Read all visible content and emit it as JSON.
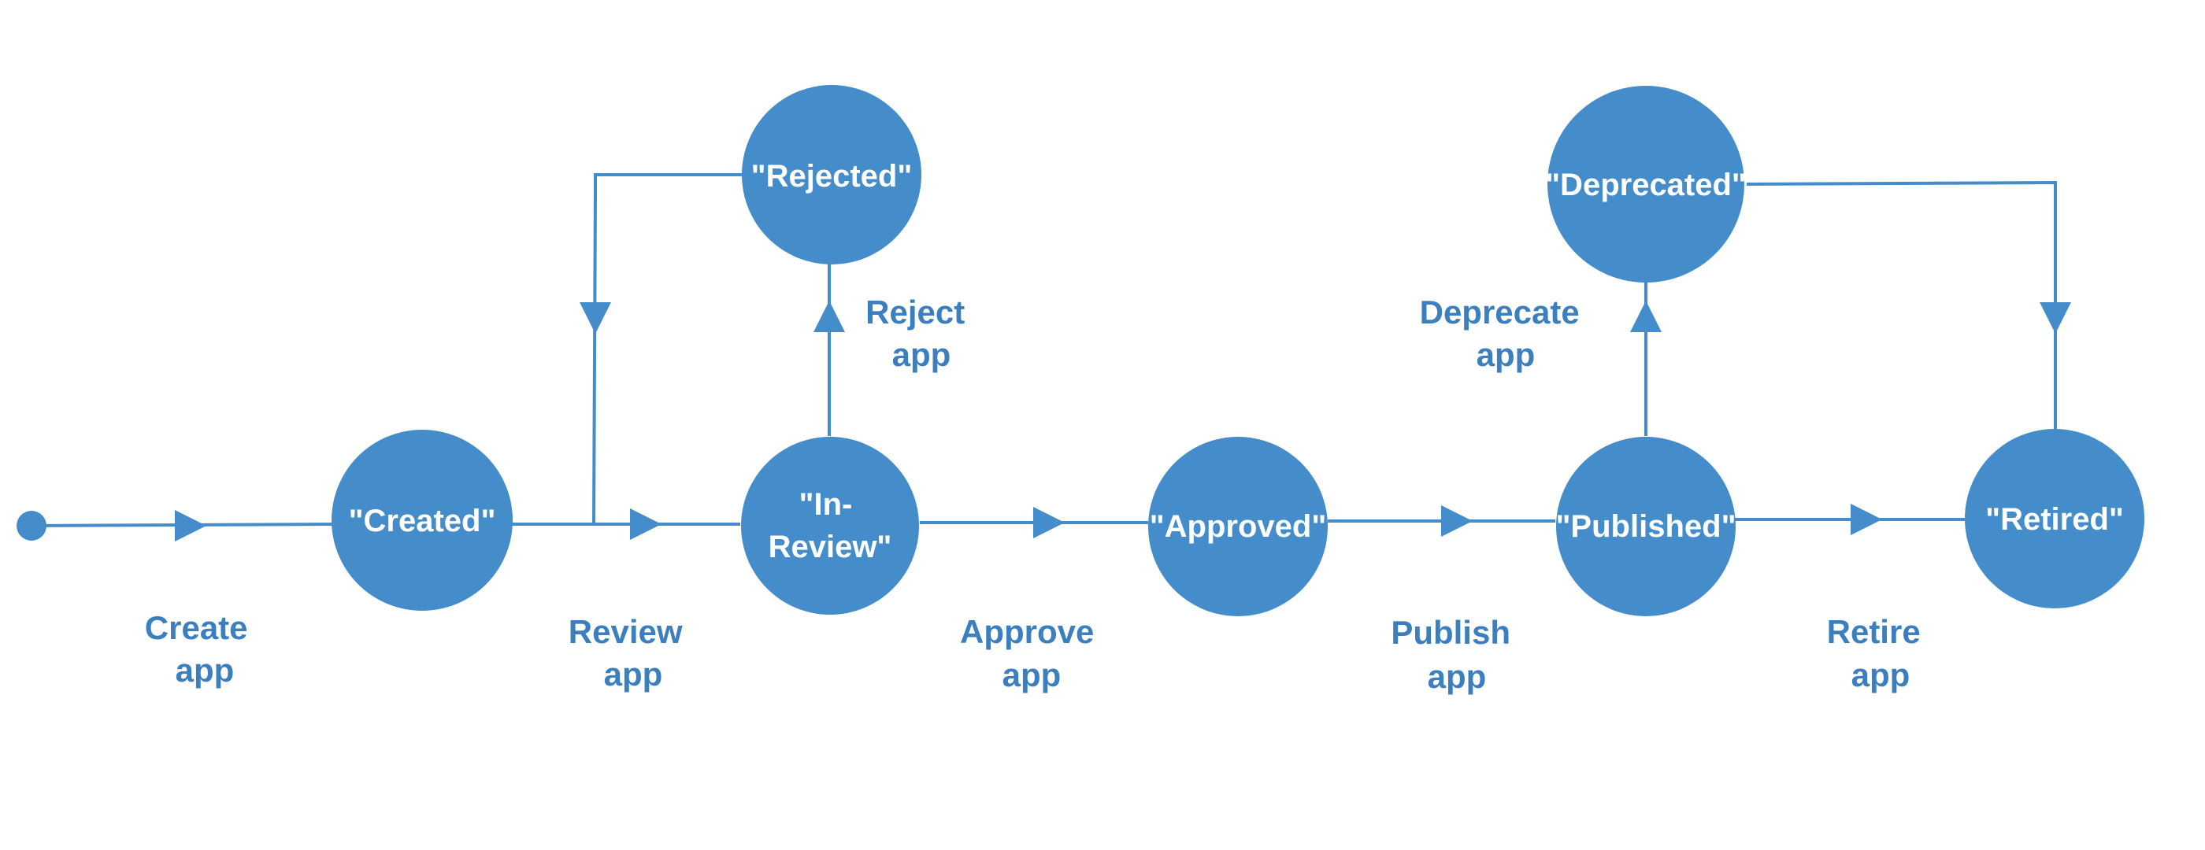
{
  "colors": {
    "node": "#448dca",
    "line": "#448dca",
    "label": "#3b7fbf",
    "text": "#ffffff"
  },
  "states": {
    "created": {
      "lines": [
        "\"Created\""
      ]
    },
    "in_review": {
      "lines": [
        "\"In-",
        "Review\""
      ]
    },
    "approved": {
      "lines": [
        "\"Approved\""
      ]
    },
    "published": {
      "lines": [
        "\"Published\""
      ]
    },
    "retired": {
      "lines": [
        "\"Retired\""
      ]
    },
    "rejected": {
      "lines": [
        "\"Rejected\""
      ]
    },
    "deprecated": {
      "lines": [
        "\"Deprecated\""
      ]
    }
  },
  "transitions": {
    "create": {
      "lines": [
        "Create",
        "app"
      ]
    },
    "review": {
      "lines": [
        "Review",
        "app"
      ]
    },
    "approve": {
      "lines": [
        "Approve",
        "app"
      ]
    },
    "publish": {
      "lines": [
        "Publish",
        "app"
      ]
    },
    "retire": {
      "lines": [
        "Retire",
        "app"
      ]
    },
    "reject": {
      "lines": [
        "Reject",
        "app"
      ]
    },
    "deprecate": {
      "lines": [
        "Deprecate",
        "app"
      ]
    }
  }
}
